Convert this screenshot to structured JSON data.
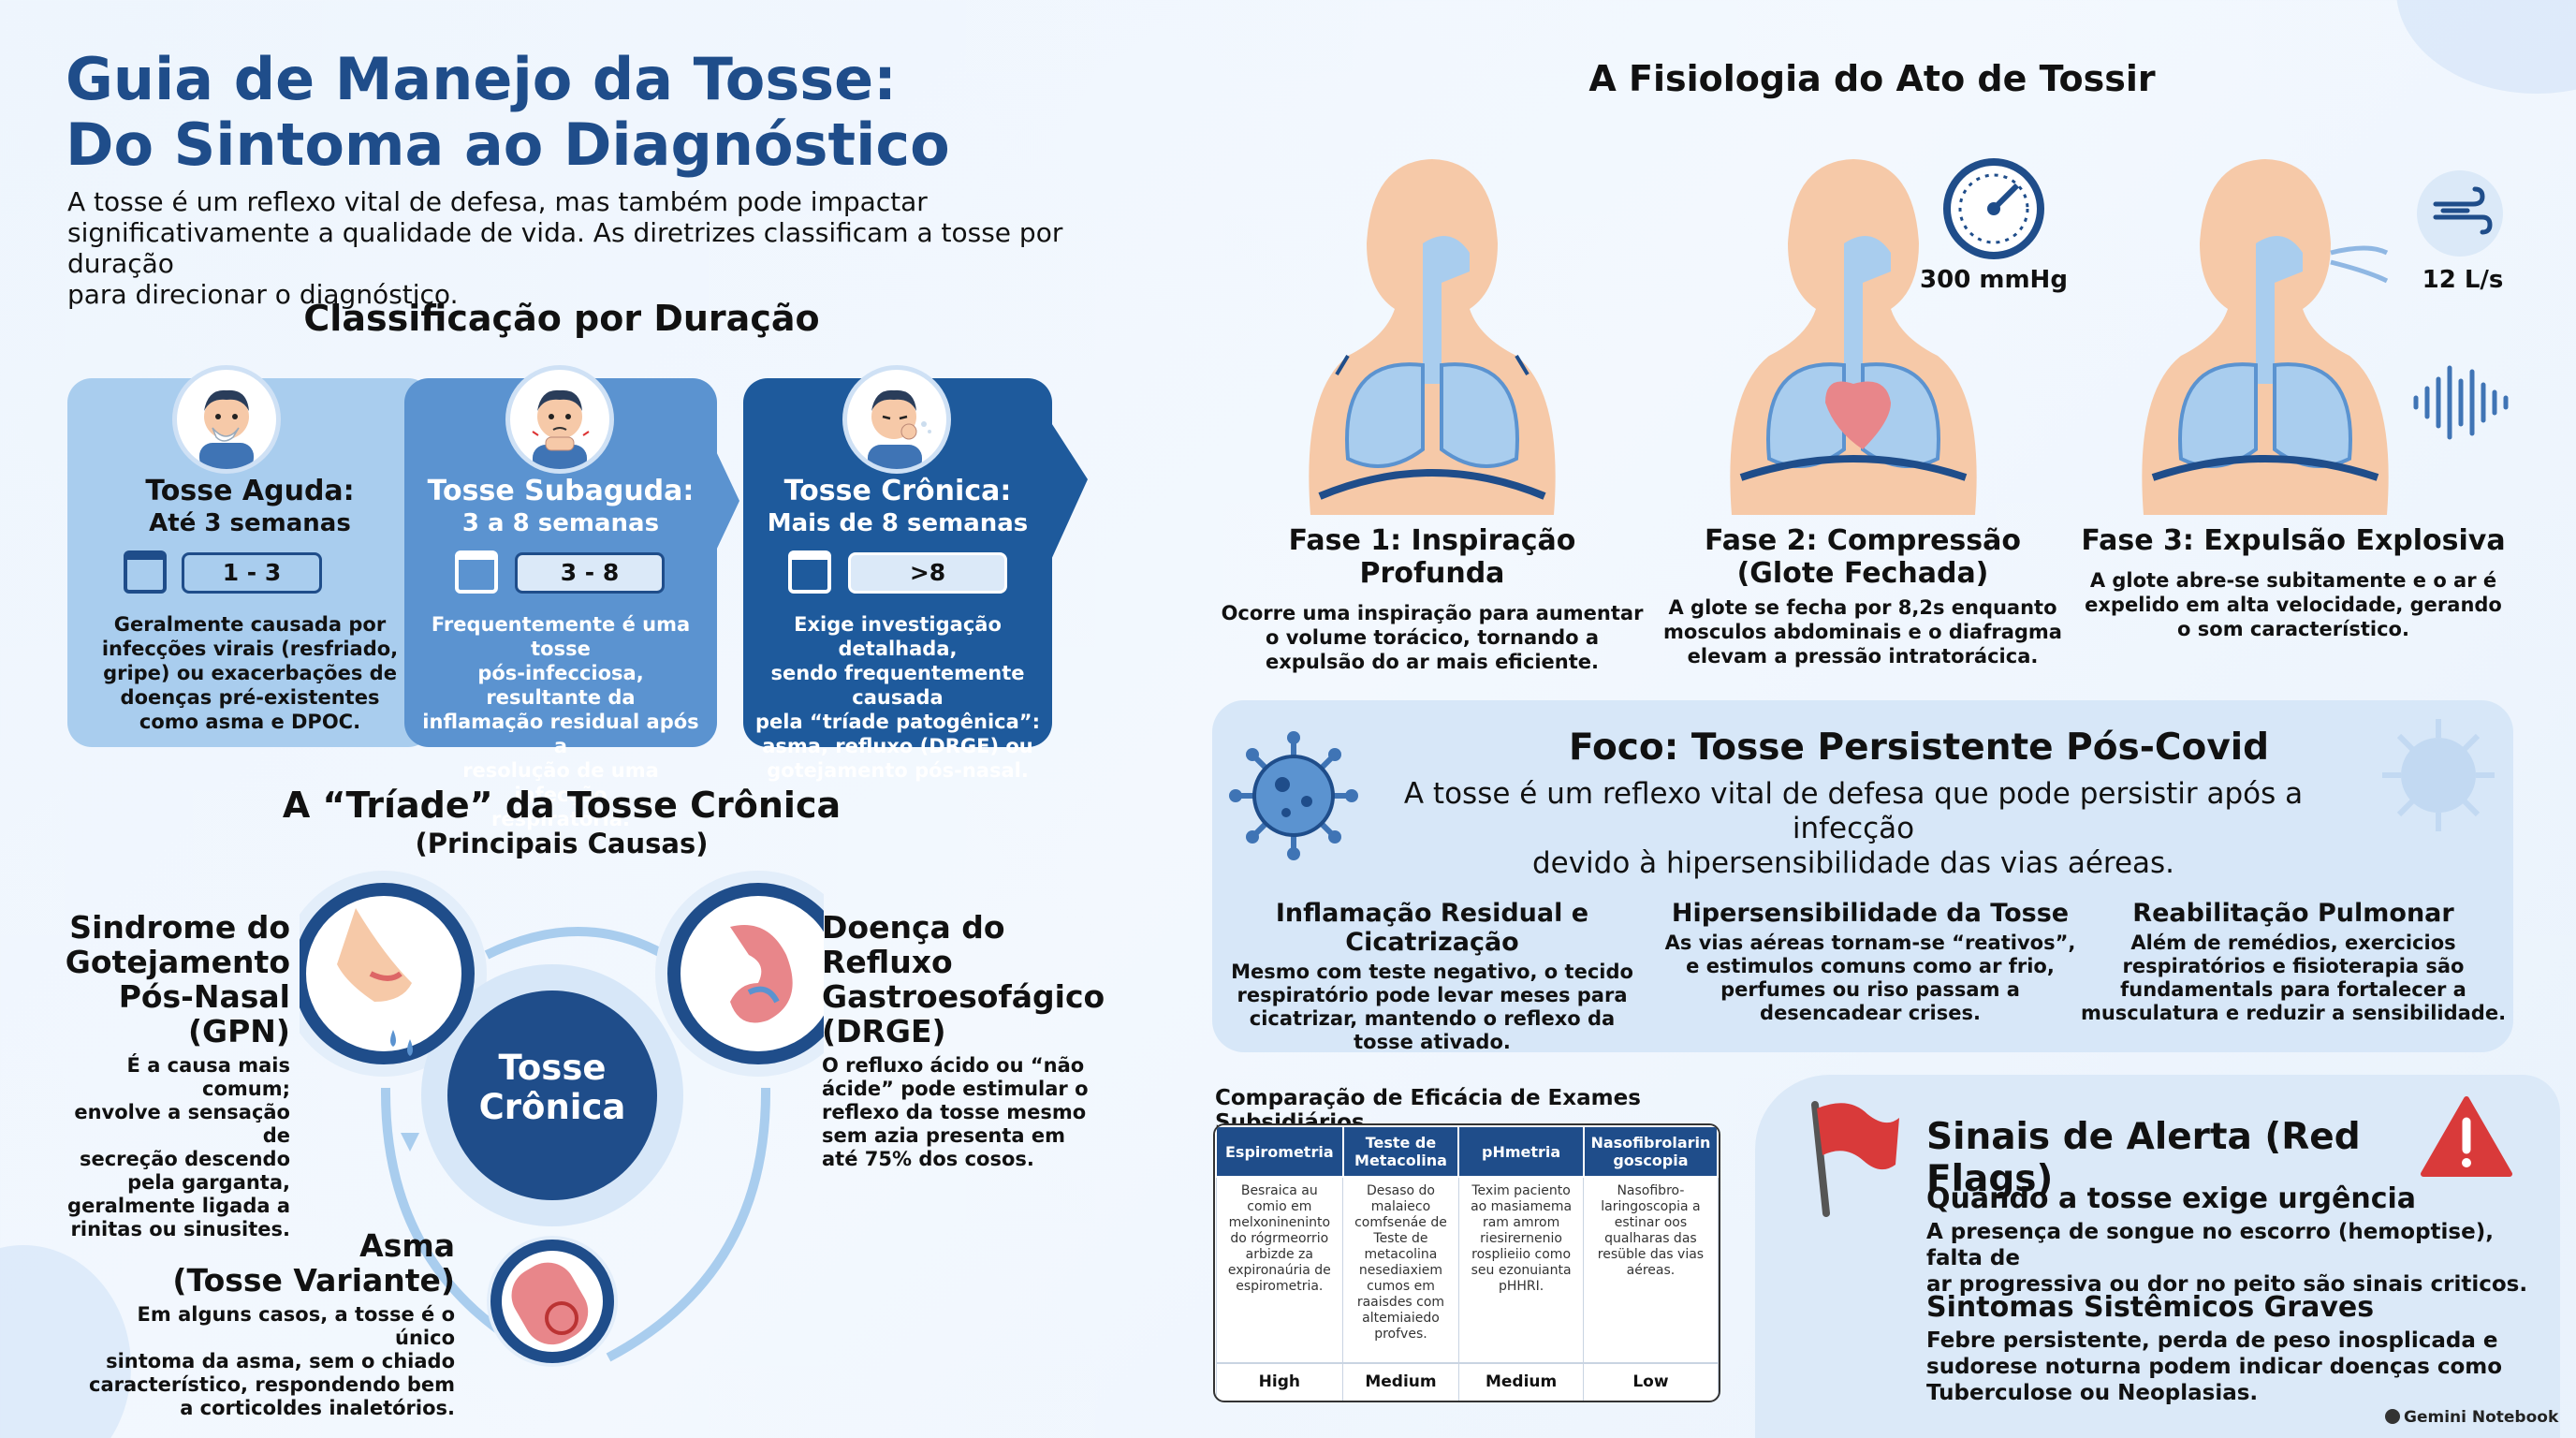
{
  "header": {
    "title_line1": "Guia de Manejo da Tosse:",
    "title_line2": "Do Sintoma ao Diagnóstico",
    "intro_line1": "A tosse é um reflexo vital de defesa, mas também pode impactar",
    "intro_line2": "significativamente a qualidade de vida. As diretrizes classificam a tosse por duração",
    "intro_line3": "para direcionar o diagnóstico."
  },
  "classification": {
    "title": "Classificação por Duração",
    "cards": [
      {
        "title": "Tosse Aguda:",
        "subtitle": "Até 3 semanas",
        "range": "1 - 3",
        "desc": [
          "Geralmente causada por",
          "infecções virais (resfriado,",
          "gripe) ou exacerbações de",
          "doenças pré-existentes",
          "como asma e DPOC."
        ]
      },
      {
        "title": "Tosse Subaguda:",
        "subtitle": "3 a 8 semanas",
        "range": "3 - 8",
        "desc": [
          "Frequentemente é uma tosse",
          "pós-infecciosa, resultante da",
          "inflamação residual após a",
          "resolução de uma infecção",
          "respiratória."
        ]
      },
      {
        "title": "Tosse Crônica:",
        "subtitle": "Mais de 8 semanas",
        "range": ">8",
        "desc": [
          "Exige investigação detalhada,",
          "sendo frequentemente causada",
          "pela “tríade patogênica”:",
          "asma, refluxo (DRGE) ou",
          "gotejamento pós-nasal."
        ]
      }
    ]
  },
  "triad": {
    "title": "A “Tríade” da Tosse Crônica",
    "subtitle": "(Principais Causas)",
    "center_line1": "Tosse",
    "center_line2": "Crônica",
    "gpn": {
      "h": [
        "Sindrome do",
        "Gotejamento",
        "Pós-Nasal (GPN)"
      ],
      "d": [
        "É a causa mais comum;",
        "envolve a sensação de",
        "secreção descendo",
        "pela garganta,",
        "geralmente ligada a",
        "rinitas ou sinusites."
      ]
    },
    "drge": {
      "h": [
        "Doença do",
        "Refluxo",
        "Gastroesofágico",
        "(DRGE)"
      ],
      "d": [
        "O refluxo ácido ou “não",
        "ácide” pode estimular o",
        "reflexo da tosse mesmo",
        "sem azia presenta em",
        "até 75% dos cosos."
      ]
    },
    "asma": {
      "h": [
        "Asma",
        "(Tosse Variante)"
      ],
      "d": [
        "Em alguns casos, a tosse é o único",
        "sintoma da asma, sem o chiado",
        "característico, respondendo bem",
        "a corticoldes inaletórios."
      ]
    }
  },
  "physiology": {
    "title": "A Fisiologia do Ato de Tossir",
    "pressure": "300 mmHg",
    "flow": "12 L/s",
    "phases": [
      {
        "title": [
          "Fase 1: Inspiração Profunda"
        ],
        "desc": [
          "Ocorre uma inspiração para aumentar",
          "o volume torácico, tornando a",
          "expulsão do ar mais eficiente."
        ]
      },
      {
        "title": [
          "Fase 2: Compressão",
          "(Glote Fechada)"
        ],
        "desc": [
          "A glote se fecha por 8,2s enquanto",
          "mosculos abdominais e o diafragma",
          "elevam a pressão intratorácica."
        ]
      },
      {
        "title": [
          "Fase 3: Expulsão Explosiva"
        ],
        "desc": [
          "A glote abre-se subitamente e o ar é",
          "expelido em alta velocidade, gerando",
          "o som característico."
        ]
      }
    ]
  },
  "covid": {
    "title": "Foco: Tosse Persistente Pós-Covid",
    "intro_line1": "A tosse é um reflexo vital de defesa que pode persistir após a infecção",
    "intro_line2": "devido à hipersensibilidade das vias aéreas.",
    "items": [
      {
        "h": "Inflamação Residual e Cicatrização",
        "d": [
          "Mesmo com teste negativo, o tecido",
          "respiratório pode levar meses para",
          "cicatrizar, mantendo o reflexo da",
          "tosse ativado."
        ]
      },
      {
        "h": "Hipersensibilidade da Tosse",
        "d": [
          "As vias aéreas tornam-se “reativos”,",
          "e estimulos comuns como ar frio,",
          "perfumes ou riso passam a",
          "desencadear crises."
        ]
      },
      {
        "h": "Reabilitação Pulmonar",
        "d": [
          "Além de remédios, exercicios",
          "respiratórios e fisioterapia são",
          "fundamentals para fortalecer a",
          "musculatura e reduzir a sensibilidade."
        ]
      }
    ]
  },
  "exams": {
    "title": "Comparação de Eficácia de Exames Subsidiários",
    "headers": [
      [
        "Espirometria"
      ],
      [
        "Teste de",
        "Metacolina"
      ],
      [
        "pHmetria"
      ],
      [
        "Nasofibrolarin",
        "goscopia"
      ]
    ],
    "cells": [
      [
        "Besraica au",
        "comio em",
        "melxonineninto",
        "do rógrmeorrio",
        "arbizde za",
        "expironaúria de",
        "espirometria."
      ],
      [
        "Desaso do",
        "malaieco",
        "comfsenáe de",
        "Teste de",
        "metacolina",
        "nesediaxiem",
        "cumos em",
        "raaisdes com",
        "altemiaiedo",
        "profves."
      ],
      [
        "Texim paciento",
        "ao masiamema",
        "ram amrom",
        "riesirernenio",
        "rosplieiio como",
        "seu ezonuianta",
        "pHHRI."
      ],
      [
        "Nasofibro-",
        "laringoscopia a",
        "estinar oos",
        "qualharas das",
        "resüble das vias",
        "aéreas."
      ]
    ],
    "results": [
      "High",
      "Medium",
      "Medium",
      "Low"
    ]
  },
  "alerts": {
    "title": "Sinais de Alerta (Red Flags)",
    "urg_h": "Quando a tosse exige urgência",
    "urg_d": [
      "A presença de songue no escorro (hemoptise), falta de",
      "ar progressiva ou dor no peito são sinais criticos."
    ],
    "sys_h": "Sintomas Sistêmicos Graves",
    "sys_d": [
      "Febre persistente, perda de peso inosplicada e",
      "sudorese noturna podem indicar doenças como",
      "Tuberculose ou Neoplasias."
    ]
  },
  "footer": {
    "brand": "Gemini Notebook"
  },
  "colors": {
    "navy": "#1f4d8a",
    "card1": "#a9cdee",
    "card2": "#5b93d0",
    "card3": "#1e5a9c",
    "alert_red": "#d93a3a"
  },
  "icons": [
    "calendar-icon",
    "gauge-icon",
    "wind-icon",
    "sound-wave-icon",
    "virus-icon",
    "red-flag-icon",
    "warning-icon"
  ]
}
